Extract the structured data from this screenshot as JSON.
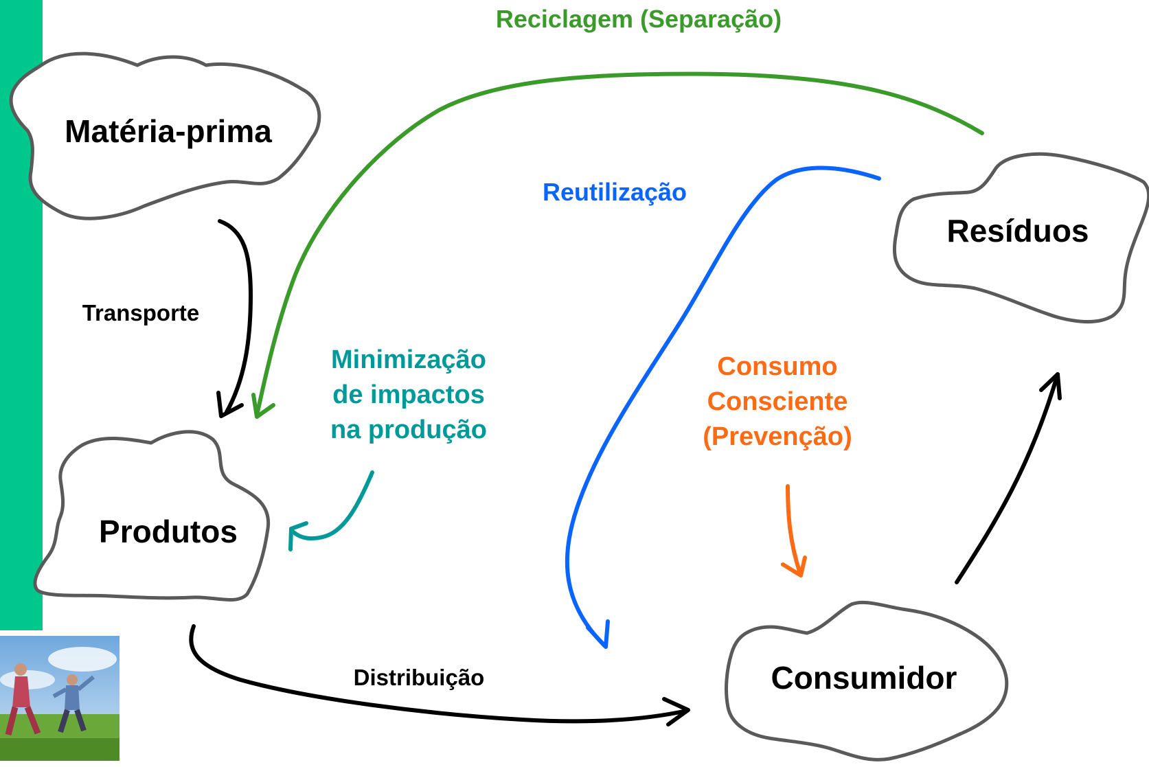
{
  "colors": {
    "sidebar": "#00c78c",
    "black": "#000000",
    "recycling": "#3a9a2a",
    "reuse": "#0a64ff",
    "minimization": "#00999a",
    "consumption": "#ff6a14"
  },
  "nodes": {
    "raw_material": "Matéria-prima",
    "products": "Produtos",
    "waste": "Resíduos",
    "consumer": "Consumidor"
  },
  "edges": {
    "transport": "Transporte",
    "distribution": "Distribuição",
    "recycling": "Reciclagem (Separação)",
    "reuse": "Reutilização",
    "minimization": [
      "Minimização",
      "de impactos",
      "na produção"
    ],
    "conscious_consumption": [
      "Consumo",
      "Consciente",
      "(Prevenção)"
    ]
  },
  "photo": {
    "subject": "people running on a grass field under a blue sky"
  }
}
